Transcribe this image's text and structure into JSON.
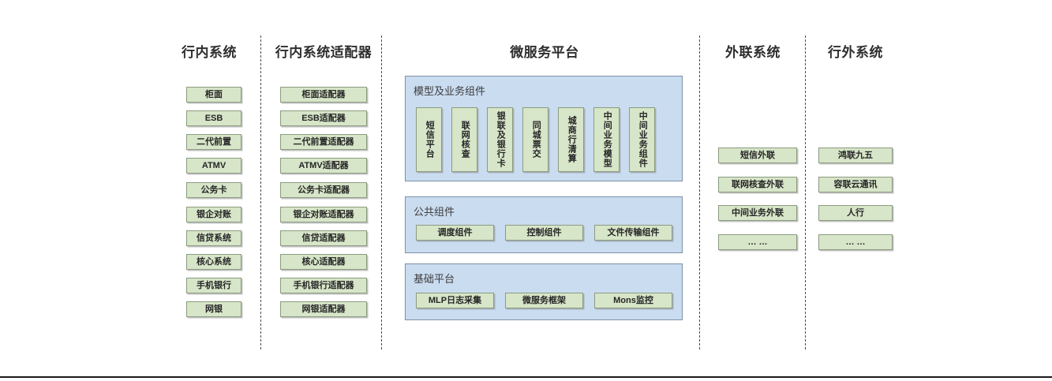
{
  "diagram": {
    "title_columns": [
      {
        "label": "行内系统"
      },
      {
        "label": "行内系统适配器"
      },
      {
        "label": "微服务平台"
      },
      {
        "label": "外联系统"
      },
      {
        "label": "行外系统"
      }
    ],
    "colors": {
      "node_fill": "#d7e5c8",
      "node_border": "#8c9b80",
      "panel_fill": "#cadcf0",
      "panel_border": "#7d90a8",
      "title_text": "#2e2e2e",
      "panel_label_text": "#3d3d3d",
      "separator": "#4a4a4a",
      "background": "#ffffff"
    },
    "column_internal_systems": {
      "items": [
        "柜面",
        "ESB",
        "二代前置",
        "ATMV",
        "公务卡",
        "银企对账",
        "信贷系统",
        "核心系统",
        "手机银行",
        "网银"
      ]
    },
    "column_internal_adapters": {
      "items": [
        "柜面适配器",
        "ESB适配器",
        "二代前置适配器",
        "ATMV适配器",
        "公务卡适配器",
        "银企对账适配器",
        "信贷适配器",
        "核心适配器",
        "手机银行适配器",
        "网银适配器"
      ]
    },
    "microservice_platform": {
      "panels": [
        {
          "label": "模型及业务组件",
          "orientation": "vertical",
          "items": [
            "短信平台",
            "联网核查",
            "银联及银行卡",
            "同城票交",
            "城商行清算",
            "中间业务模型",
            "中间业务组件"
          ]
        },
        {
          "label": "公共组件",
          "orientation": "horizontal",
          "items": [
            "调度组件",
            "控制组件",
            "文件传输组件"
          ]
        },
        {
          "label": "基础平台",
          "orientation": "horizontal",
          "items": [
            "MLP日志采集",
            "微服务框架",
            "Mons监控"
          ]
        }
      ]
    },
    "column_external_link_systems": {
      "items": [
        "短信外联",
        "联网核查外联",
        "中间业务外联",
        "… …"
      ]
    },
    "column_outside_bank_systems": {
      "items": [
        "鸿联九五",
        "容联云通讯",
        "人行",
        "… …"
      ]
    }
  }
}
